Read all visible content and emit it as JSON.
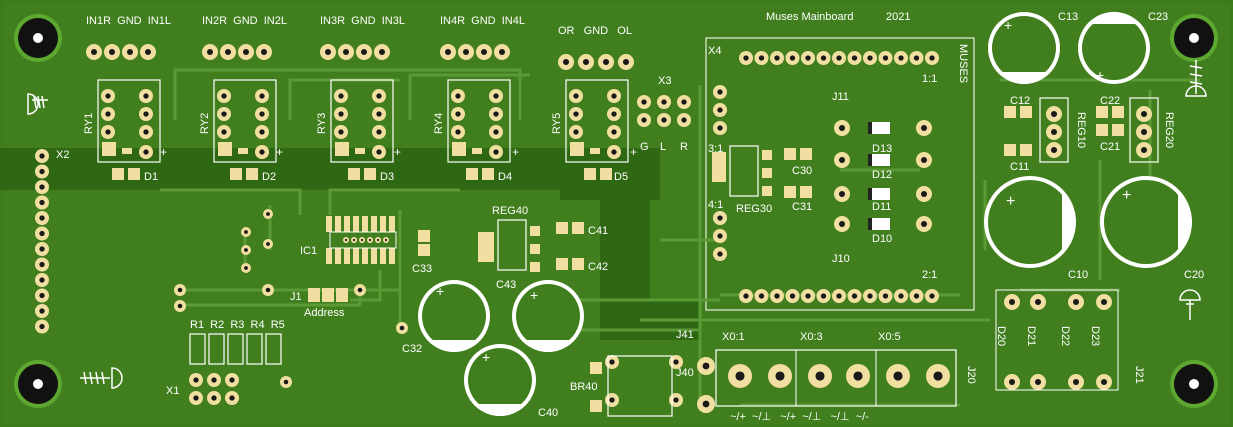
{
  "board": {
    "title": "Muses Mainboard",
    "year": "2021",
    "colors": {
      "mask": "#3c7a1a",
      "copper": "#1d5c0a",
      "pad": "#f0dfa0",
      "silk": "#ffffff",
      "hole": "#1a1a1a"
    }
  },
  "inputs": [
    {
      "label": "IN1R  GND  IN1L"
    },
    {
      "label": "IN2R  GND  IN2L"
    },
    {
      "label": "IN3R  GND  IN3L"
    },
    {
      "label": "IN4R  GND  IN4L"
    }
  ],
  "output_label": "OR   GND   OL",
  "relays": [
    "RY1",
    "RY2",
    "RY3",
    "RY4",
    "RY5"
  ],
  "diodes_row": [
    "D1",
    "D2",
    "D3",
    "D4",
    "D5"
  ],
  "labels": {
    "x1": "X1",
    "x2": "X2",
    "x3": "X3",
    "x4": "X4",
    "muses": "MUSES",
    "gl_g": "G",
    "gl_l": "L",
    "gl_r": "R",
    "ic1": "IC1",
    "c33": "C33",
    "j1": "J1",
    "address": "Address",
    "resistors": "R1  R2  R3  R4  R5",
    "reg40": "REG40",
    "c41": "C41",
    "c42": "C42",
    "c43": "C43",
    "c32": "C32",
    "c40": "C40",
    "br40": "BR40",
    "j40": "J40",
    "j41": "J41",
    "pin11": "1:1",
    "pin31": "3:1",
    "pin41": "4:1",
    "pin21": "2:1",
    "reg30": "REG30",
    "c30": "C30",
    "c31": "C31",
    "j10": "J10",
    "j11": "J11",
    "d10": "D10",
    "d11": "D11",
    "d12": "D12",
    "d13": "D13",
    "c10": "C10",
    "c11": "C11",
    "c12": "C12",
    "c13": "C13",
    "reg10": "REG10",
    "c20": "C20",
    "c21": "C21",
    "c22": "C22",
    "c23": "C23",
    "reg20": "REG20",
    "x01": "X0:1",
    "x03": "X0:3",
    "x05": "X0:5",
    "d20": "D20",
    "d21": "D21",
    "d22": "D22",
    "d23": "D23",
    "j20": "J20",
    "j21": "J21",
    "plus": "+",
    "ac_labels": "~/+  ~/⊥   ~/+  ~/⊥   ~/⊥  ~/-"
  }
}
